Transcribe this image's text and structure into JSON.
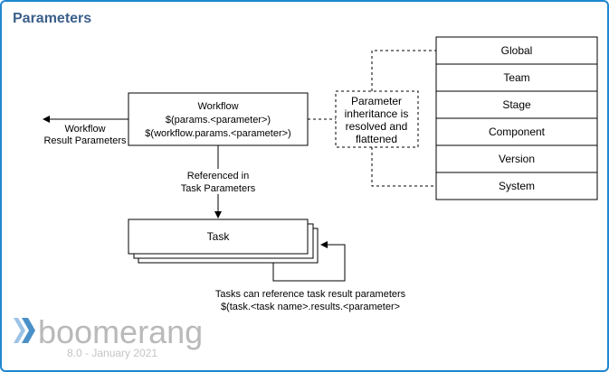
{
  "title": "Parameters",
  "workflow": {
    "line1": "Workflow",
    "line2": "$(params.<parameter>)",
    "line3": "$(workflow.params.<parameter>)"
  },
  "workflow_result": {
    "line1": "Workflow",
    "line2": "Result Parameters"
  },
  "referenced": {
    "line1": "Referenced in",
    "line2": "Task Parameters"
  },
  "task": {
    "label": "Task"
  },
  "task_result_note": {
    "line1": "Tasks can reference task result parameters",
    "line2": "$(task.<task name>.results.<parameter>"
  },
  "inheritance_note": {
    "line1": "Parameter",
    "line2": "inheritance is",
    "line3": "resolved and",
    "line4": "flattened"
  },
  "levels": [
    "Global",
    "Team",
    "Stage",
    "Component",
    "Version",
    "System"
  ],
  "logo": {
    "word": "boomerang",
    "version": "8.0 - January 2021",
    "accent_color": "#9dc3e6"
  },
  "colors": {
    "border": "#1f87d0",
    "title": "#3b5f8a"
  }
}
